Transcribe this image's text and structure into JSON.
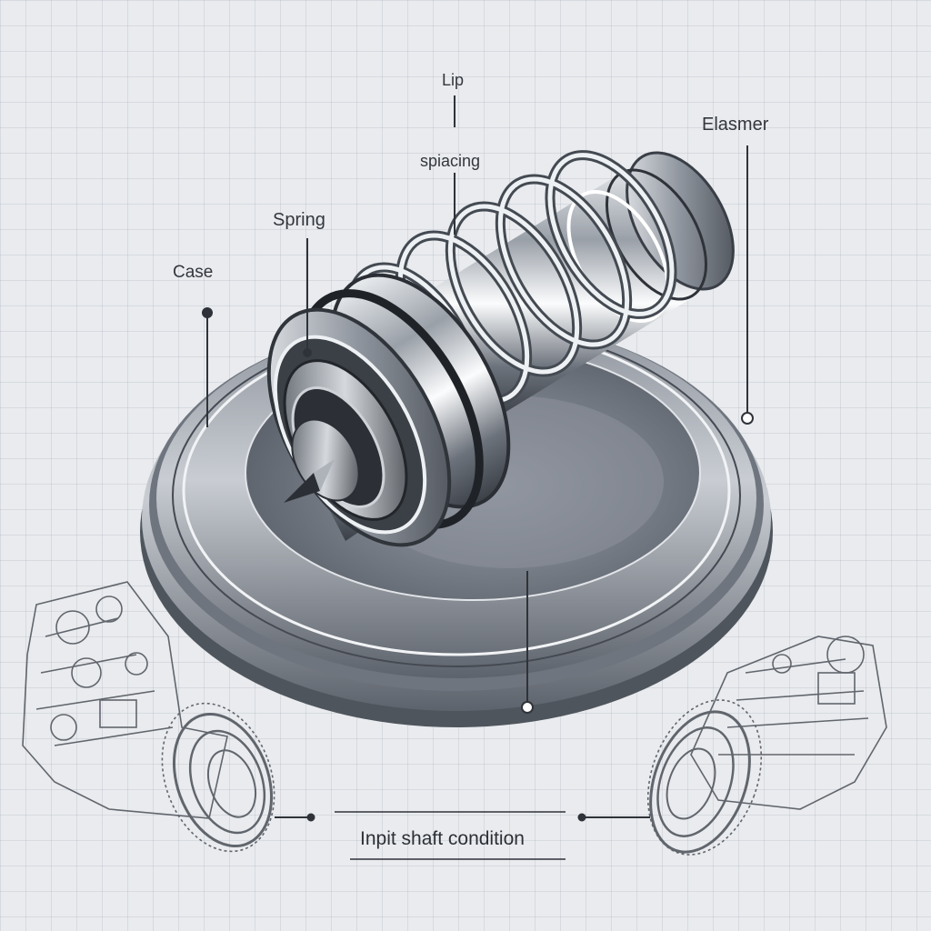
{
  "labels": {
    "lip": "Lip",
    "spacing": "spiacing",
    "elastomer": "Elasmer",
    "spring": "Spring",
    "case": "Case",
    "caption": "Inpit shaft condition"
  },
  "colors": {
    "background": "#e9ebee",
    "grid": "#c7ccd4",
    "metal_dark": "#3a3f47",
    "metal_light": "#f2f4f6",
    "line": "#2f3339"
  }
}
